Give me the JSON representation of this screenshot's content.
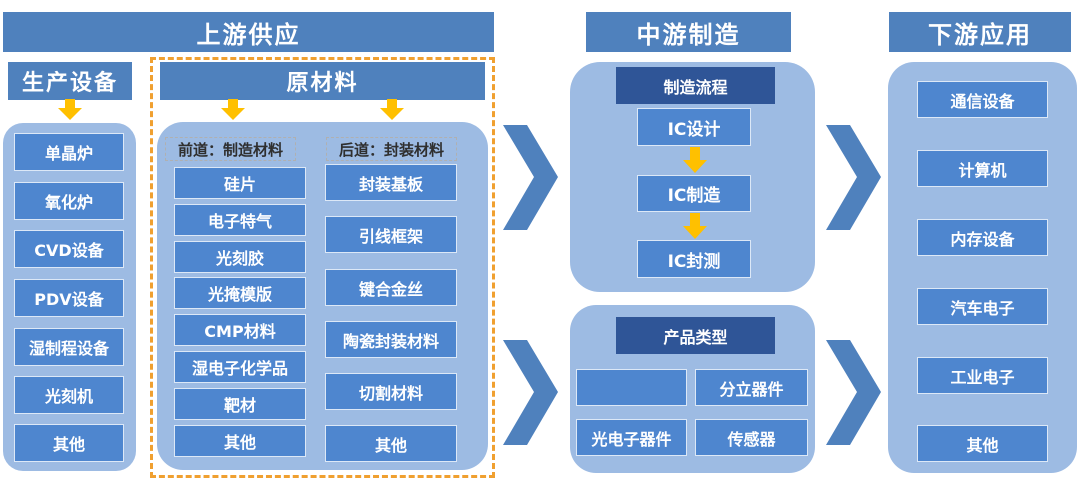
{
  "headers": {
    "upstream": "上游供应",
    "midstream": "中游制造",
    "downstream": "下游应用",
    "equipment": "生产设备",
    "materials": "原材料"
  },
  "equipment_items": [
    "单晶炉",
    "氧化炉",
    "CVD设备",
    "PDV设备",
    "湿制程设备",
    "光刻机",
    "其他"
  ],
  "front_materials": {
    "label": "前道：制造材料",
    "items": [
      "硅片",
      "电子特气",
      "光刻胶",
      "光掩模版",
      "CMP材料",
      "湿电子化学品",
      "靶材",
      "其他"
    ]
  },
  "back_materials": {
    "label": "后道：封装材料",
    "items": [
      "封装基板",
      "引线框架",
      "键合金丝",
      "陶瓷封装材料",
      "切割材料",
      "其他"
    ]
  },
  "process": {
    "title": "制造流程",
    "steps": [
      "IC设计",
      "IC制造",
      "IC封测"
    ]
  },
  "products": {
    "title": "产品类型",
    "items": [
      "",
      "分立器件",
      "光电子器件",
      "传感器"
    ]
  },
  "applications": [
    "通信设备",
    "计算机",
    "内存设备",
    "汽车电子",
    "工业电子",
    "其他"
  ],
  "colors": {
    "header": "#4f81bd",
    "panel": "#9dbbe3",
    "box": "#4e86cf",
    "dark_box": "#2f5597",
    "arrow_yellow": "#ffc000",
    "chevron": "#4f81bd",
    "dashed_border": "#f0a030"
  }
}
